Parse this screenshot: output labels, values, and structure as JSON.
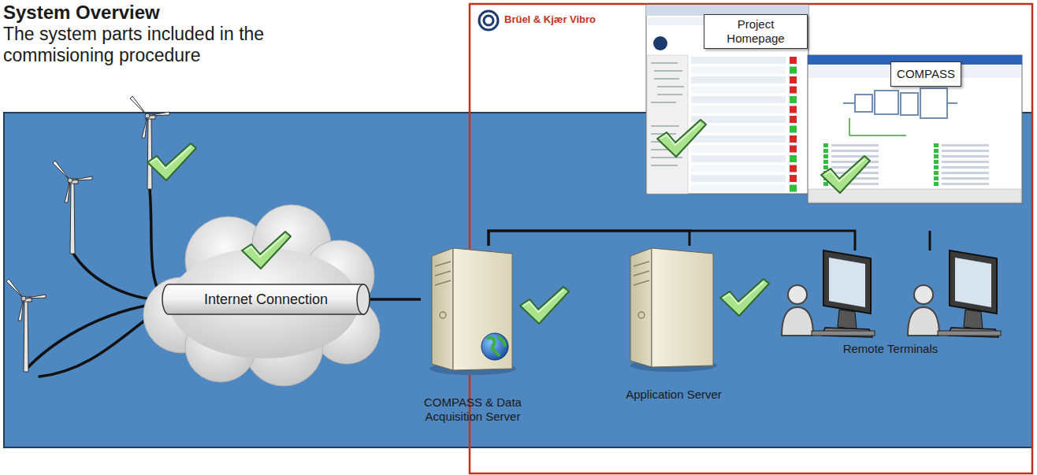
{
  "diagram": {
    "title": "System Overview",
    "nodes": [
      {
        "text": [
          "Project Homepage"
        ]
      },
      {
        "text": [
          "COMPASS"
        ]
      },
      {
        "text": [
          "Internet Connection"
        ]
      },
      {
        "text": [
          "COMPASS & Data Acquisition Server"
        ]
      },
      {
        "text": [
          "Application Server"
        ]
      },
      {
        "text": [
          "Remote Terminals"
        ]
      }
    ],
    "edges": [
      {
        "from": 2,
        "to": 3,
        "arrow": "none"
      },
      {
        "from": 3,
        "to": 4,
        "arrow": "none"
      },
      {
        "from": 3,
        "to": 5,
        "arrow": "none"
      }
    ],
    "labels": [
      "The system parts included in the commisioning procedure",
      "Brüel & Kjær Vibro"
    ]
  }
}
